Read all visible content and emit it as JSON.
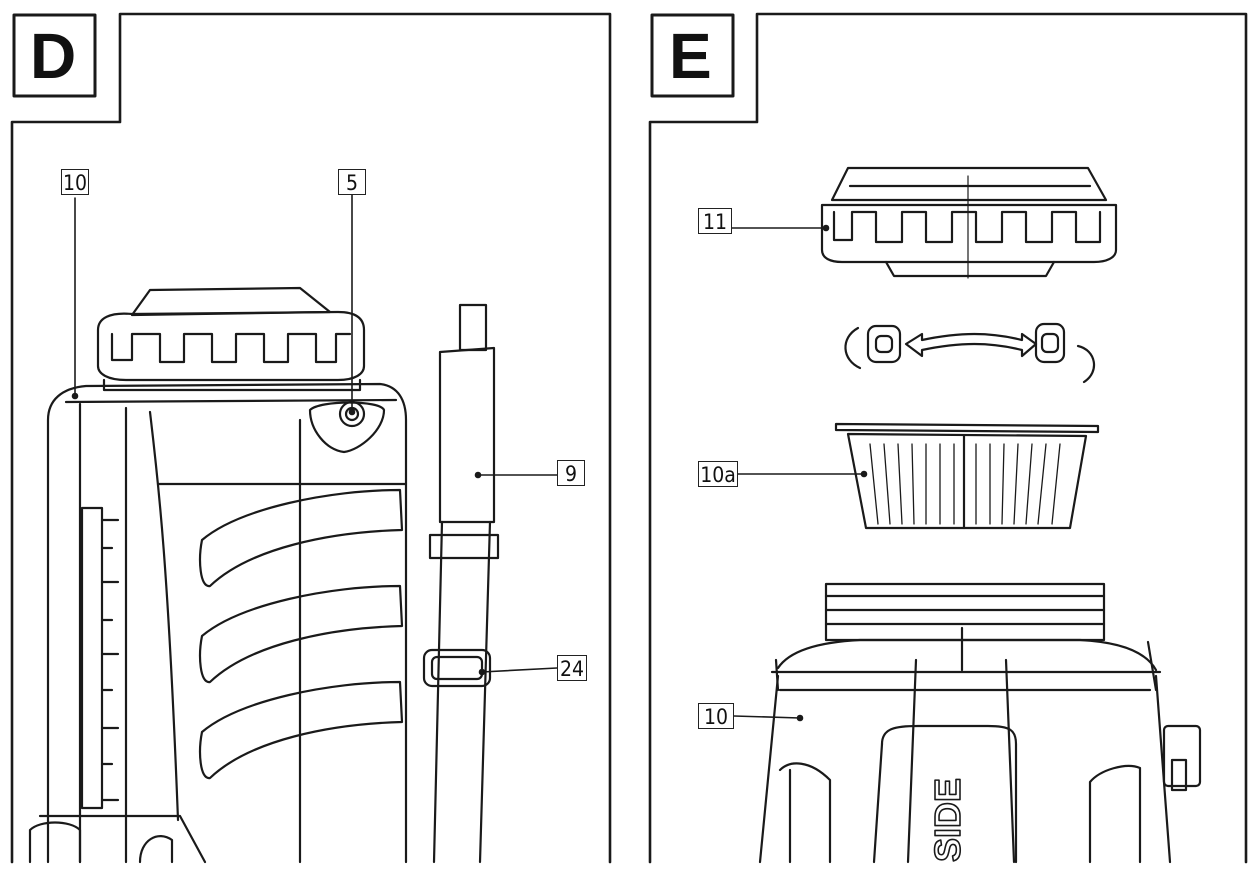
{
  "panels": [
    {
      "letter": "D",
      "callouts": [
        {
          "label": "10",
          "part": "container"
        },
        {
          "label": "5",
          "part": "pressure-valve"
        },
        {
          "label": "9",
          "part": "spray-lance"
        },
        {
          "label": "24",
          "part": "lance-holder-clip"
        }
      ]
    },
    {
      "letter": "E",
      "callouts": [
        {
          "label": "11",
          "part": "screw-cap"
        },
        {
          "label": "10a",
          "part": "filter-strainer"
        },
        {
          "label": "10",
          "part": "container"
        }
      ]
    }
  ],
  "brand_fragment": "SIDE",
  "colors": {
    "ink": "#1a1a1a",
    "paper": "#ffffff"
  }
}
